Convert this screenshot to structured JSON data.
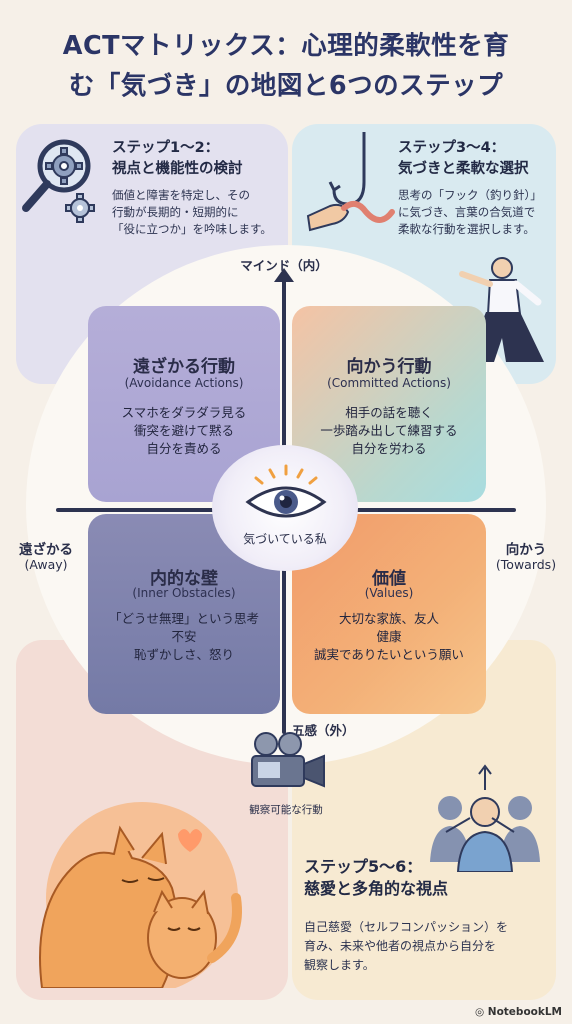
{
  "title": {
    "line1": "ACTマトリックス：心理的柔軟性を育",
    "line2": "む「気づき」の地図と6つのステップ"
  },
  "steps": {
    "s12": {
      "heading1": "ステップ1～2：",
      "heading2": "視点と機能性の検討",
      "lines": [
        "価値と障害を特定し、その",
        "行動が長期的・短期的に",
        "「役に立つか」を吟味します。"
      ],
      "icon": "magnifier-gear-icon"
    },
    "s34": {
      "heading1": "ステップ3～4：",
      "heading2": "気づきと柔軟な選択",
      "lines": [
        "思考の「フック（釣り針）」",
        "に気づき、言葉の合気道で",
        "柔軟な行動を選択します。"
      ],
      "icon": "fishhook-icon"
    },
    "s56": {
      "heading1": "ステップ5～6：",
      "heading2": "慈愛と多角的な視点",
      "lines": [
        "自己慈愛（セルフコンパッション）を",
        "育み、未来や他者の視点から自分を",
        "観察します。"
      ],
      "icon": "people-perspective-icon"
    }
  },
  "axes": {
    "top": "マインド（内）",
    "bottom": "五感（外）",
    "left_main": "遠ざかる",
    "left_sub": "(Away)",
    "right_main": "向かう",
    "right_sub": "(Towards)",
    "center": "気づいている私",
    "camera_caption": "観察可能な行動"
  },
  "quadrants": {
    "avoidance": {
      "title": "遠ざかる行動",
      "subtitle": "(Avoidance Actions)",
      "items": [
        "スマホをダラダラ見る",
        "衝突を避けて黙る",
        "自分を責める"
      ]
    },
    "committed": {
      "title": "向かう行動",
      "subtitle": "(Committed Actions)",
      "items": [
        "相手の話を聴く",
        "一歩踏み出して練習する",
        "自分を労わる"
      ]
    },
    "obstacles": {
      "title": "内的な壁",
      "subtitle": "(Inner Obstacles)",
      "items": [
        "「どうせ無理」という思考",
        "不安",
        "恥ずかしさ、怒り"
      ]
    },
    "values": {
      "title": "価値",
      "subtitle": "(Values)",
      "items": [
        "大切な家族、友人",
        "健康",
        "誠実でありたいという願い"
      ]
    }
  },
  "brand": "NotebookLM",
  "colors": {
    "title": "#2b3566",
    "avoidance": "#aaa4d3",
    "committed": "#b8d8cf",
    "obstacles": "#7d81ac",
    "values": "#f2a570",
    "axis": "#2d3350"
  }
}
